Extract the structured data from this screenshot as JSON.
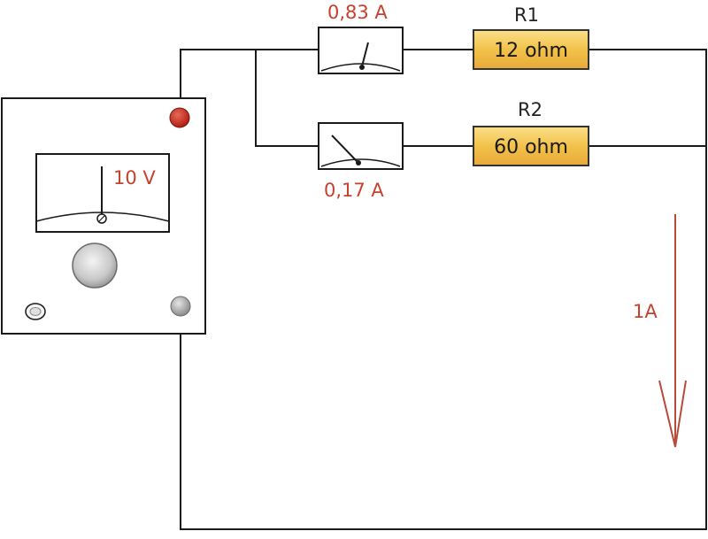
{
  "power_supply": {
    "voltmeter_reading": "10 V"
  },
  "ammeter_1": {
    "reading": "0,83 A"
  },
  "ammeter_2": {
    "reading": "0,17 A"
  },
  "resistor_1": {
    "name": "R1",
    "value": "12 ohm"
  },
  "resistor_2": {
    "name": "R2",
    "value": "60 ohm"
  },
  "current_arrow": {
    "label": "1A"
  },
  "colors": {
    "label_red": "#c8402e",
    "terminal_positive": "#c0281c",
    "terminal_negative": "#9a9a9a",
    "resistor_fill": "#f2c24a",
    "resistor_border": "#333333",
    "arrow": "#b84a3a"
  }
}
